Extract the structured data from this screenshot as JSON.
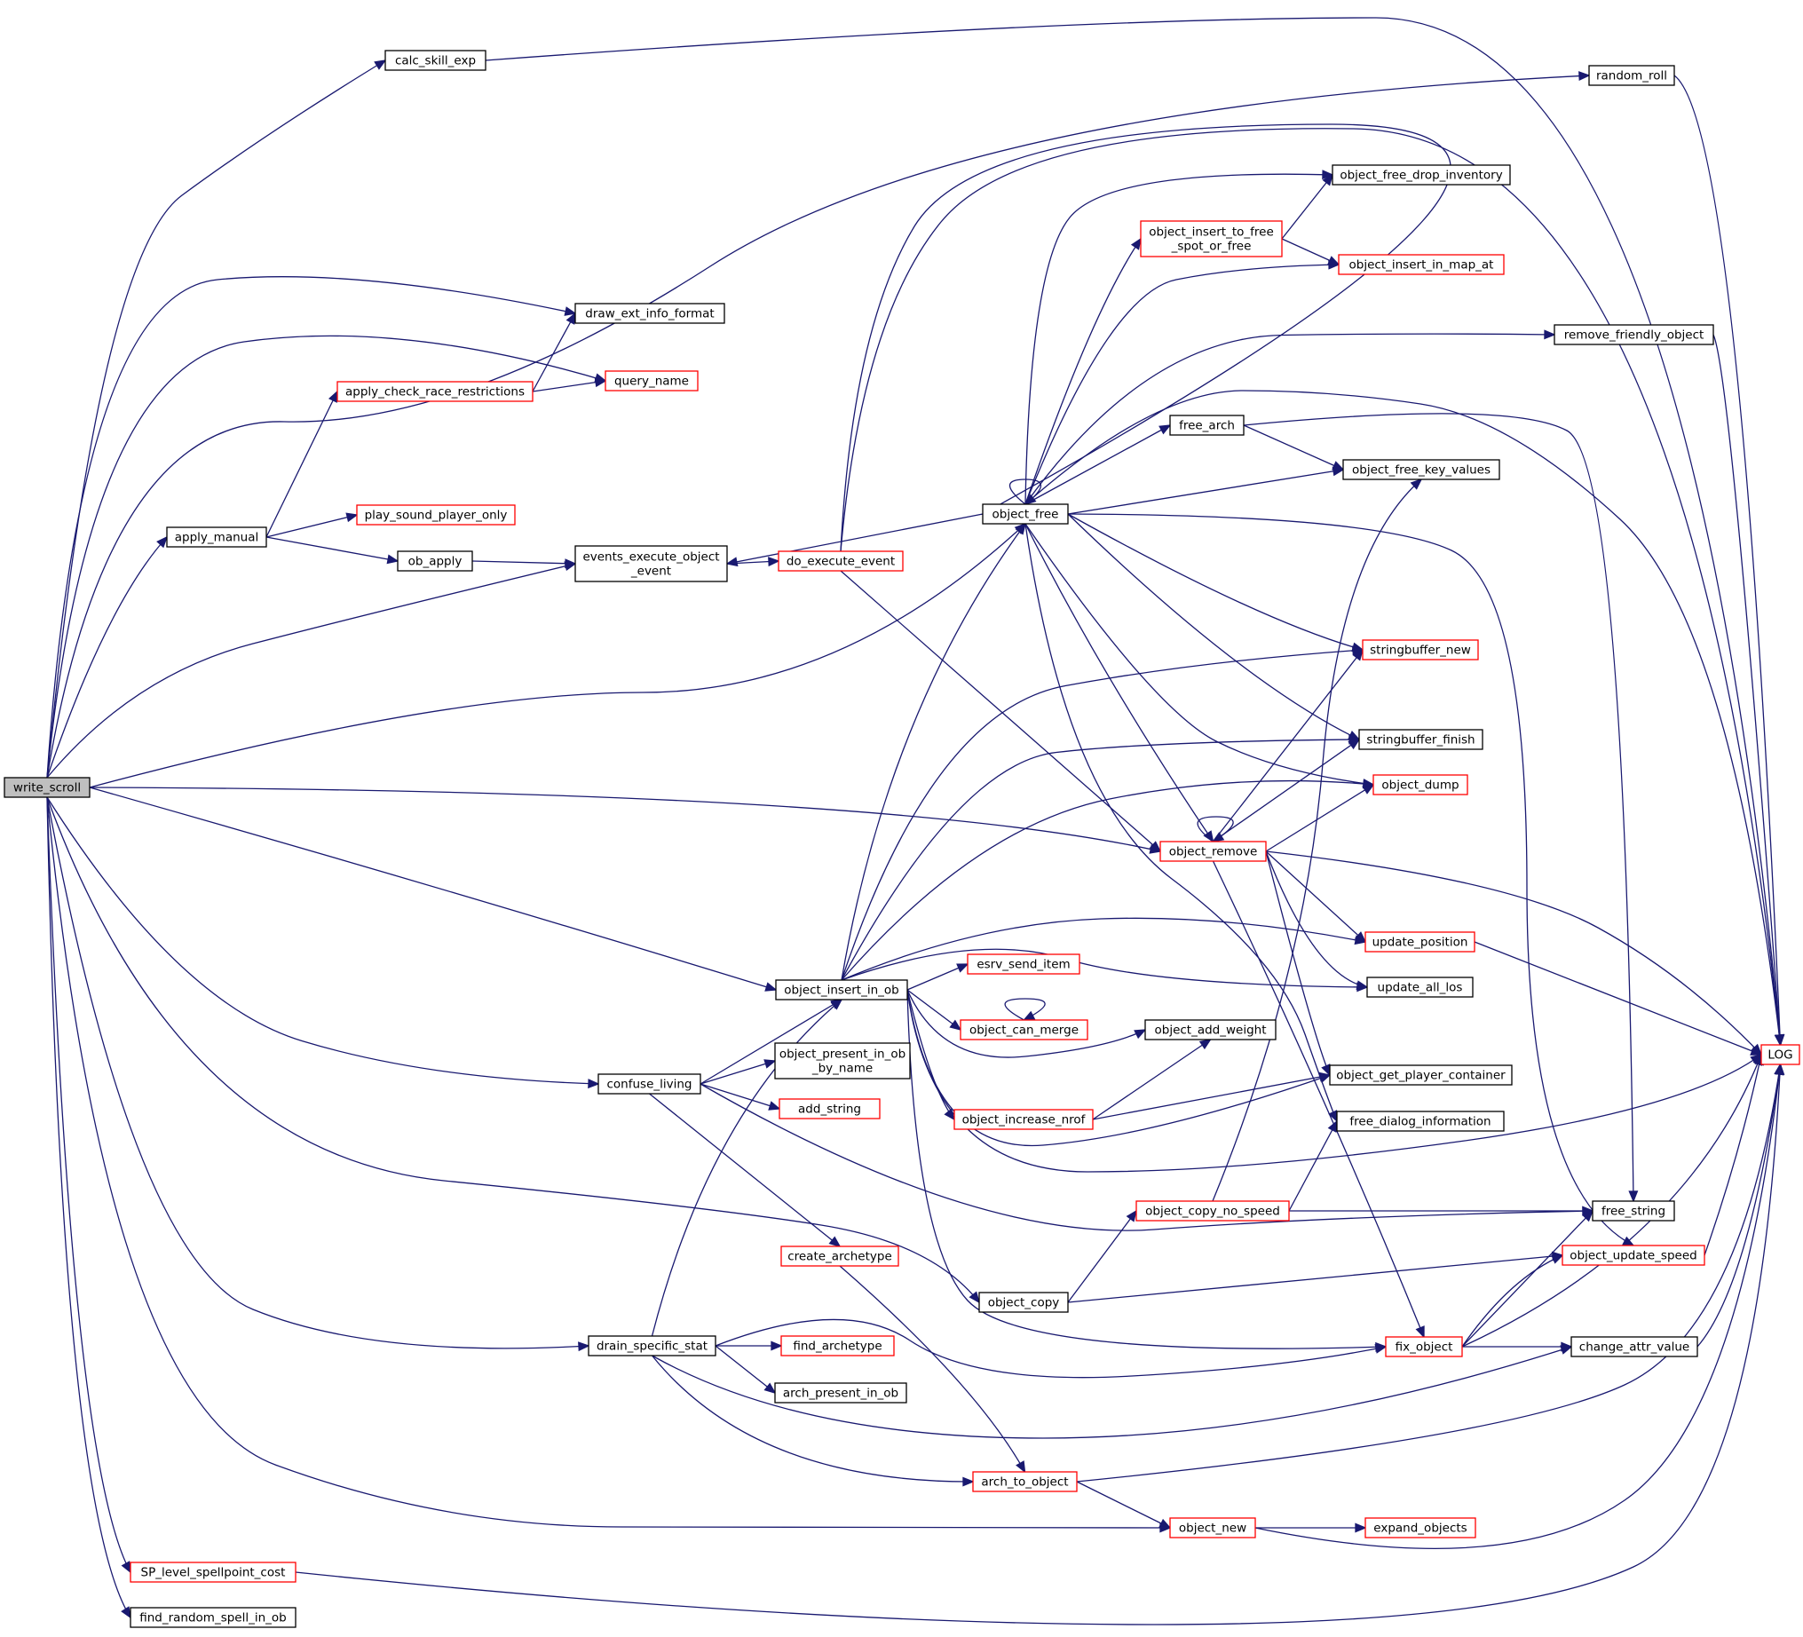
{
  "graph": {
    "root": "write_scroll",
    "colors": {
      "edge": "#191970",
      "documented_border": "#000000",
      "undocumented_border": "#ff0000",
      "root_fill": "#bfbfbf",
      "node_fill": "#ffffff"
    },
    "nodes": [
      {
        "id": "write_scroll",
        "lines": [
          "write_scroll"
        ],
        "style": "root"
      },
      {
        "id": "calc_skill_exp",
        "lines": [
          "calc_skill_exp"
        ],
        "style": "black"
      },
      {
        "id": "random_roll",
        "lines": [
          "random_roll"
        ],
        "style": "black"
      },
      {
        "id": "object_free_drop_inventory",
        "lines": [
          "object_free_drop_inventory"
        ],
        "style": "black"
      },
      {
        "id": "object_insert_to_free_spot_or_free",
        "lines": [
          "object_insert_to_free",
          "_spot_or_free"
        ],
        "style": "red"
      },
      {
        "id": "object_insert_in_map_at",
        "lines": [
          "object_insert_in_map_at"
        ],
        "style": "red"
      },
      {
        "id": "draw_ext_info_format",
        "lines": [
          "draw_ext_info_format"
        ],
        "style": "black"
      },
      {
        "id": "remove_friendly_object",
        "lines": [
          "remove_friendly_object"
        ],
        "style": "black"
      },
      {
        "id": "query_name",
        "lines": [
          "query_name"
        ],
        "style": "red"
      },
      {
        "id": "apply_check_race_restrictions",
        "lines": [
          "apply_check_race_restrictions"
        ],
        "style": "red"
      },
      {
        "id": "free_arch",
        "lines": [
          "free_arch"
        ],
        "style": "black"
      },
      {
        "id": "object_free_key_values",
        "lines": [
          "object_free_key_values"
        ],
        "style": "black"
      },
      {
        "id": "object_free",
        "lines": [
          "object_free"
        ],
        "style": "black"
      },
      {
        "id": "play_sound_player_only",
        "lines": [
          "play_sound_player_only"
        ],
        "style": "red"
      },
      {
        "id": "apply_manual",
        "lines": [
          "apply_manual"
        ],
        "style": "black"
      },
      {
        "id": "events_execute_object_event",
        "lines": [
          "events_execute_object",
          "_event"
        ],
        "style": "black"
      },
      {
        "id": "ob_apply",
        "lines": [
          "ob_apply"
        ],
        "style": "black"
      },
      {
        "id": "do_execute_event",
        "lines": [
          "do_execute_event"
        ],
        "style": "red"
      },
      {
        "id": "stringbuffer_new",
        "lines": [
          "stringbuffer_new"
        ],
        "style": "red"
      },
      {
        "id": "stringbuffer_finish",
        "lines": [
          "stringbuffer_finish"
        ],
        "style": "black"
      },
      {
        "id": "object_dump",
        "lines": [
          "object_dump"
        ],
        "style": "red"
      },
      {
        "id": "object_remove",
        "lines": [
          "object_remove"
        ],
        "style": "red"
      },
      {
        "id": "update_position",
        "lines": [
          "update_position"
        ],
        "style": "red"
      },
      {
        "id": "esrv_send_item",
        "lines": [
          "esrv_send_item"
        ],
        "style": "red"
      },
      {
        "id": "update_all_los",
        "lines": [
          "update_all_los"
        ],
        "style": "black"
      },
      {
        "id": "object_insert_in_ob",
        "lines": [
          "object_insert_in_ob"
        ],
        "style": "black"
      },
      {
        "id": "object_can_merge",
        "lines": [
          "object_can_merge"
        ],
        "style": "red"
      },
      {
        "id": "object_add_weight",
        "lines": [
          "object_add_weight"
        ],
        "style": "black"
      },
      {
        "id": "LOG",
        "lines": [
          "LOG"
        ],
        "style": "red"
      },
      {
        "id": "object_present_in_ob_by_name",
        "lines": [
          "object_present_in_ob",
          "_by_name"
        ],
        "style": "black"
      },
      {
        "id": "confuse_living",
        "lines": [
          "confuse_living"
        ],
        "style": "black"
      },
      {
        "id": "object_get_player_container",
        "lines": [
          "object_get_player_container"
        ],
        "style": "black"
      },
      {
        "id": "add_string",
        "lines": [
          "add_string"
        ],
        "style": "red"
      },
      {
        "id": "object_increase_nrof",
        "lines": [
          "object_increase_nrof"
        ],
        "style": "red"
      },
      {
        "id": "free_dialog_information",
        "lines": [
          "free_dialog_information"
        ],
        "style": "black"
      },
      {
        "id": "object_copy_no_speed",
        "lines": [
          "object_copy_no_speed"
        ],
        "style": "red"
      },
      {
        "id": "free_string",
        "lines": [
          "free_string"
        ],
        "style": "black"
      },
      {
        "id": "create_archetype",
        "lines": [
          "create_archetype"
        ],
        "style": "red"
      },
      {
        "id": "object_update_speed",
        "lines": [
          "object_update_speed"
        ],
        "style": "red"
      },
      {
        "id": "object_copy",
        "lines": [
          "object_copy"
        ],
        "style": "black"
      },
      {
        "id": "drain_specific_stat",
        "lines": [
          "drain_specific_stat"
        ],
        "style": "black"
      },
      {
        "id": "find_archetype",
        "lines": [
          "find_archetype"
        ],
        "style": "red"
      },
      {
        "id": "fix_object",
        "lines": [
          "fix_object"
        ],
        "style": "red"
      },
      {
        "id": "change_attr_value",
        "lines": [
          "change_attr_value"
        ],
        "style": "black"
      },
      {
        "id": "arch_present_in_ob",
        "lines": [
          "arch_present_in_ob"
        ],
        "style": "black"
      },
      {
        "id": "arch_to_object",
        "lines": [
          "arch_to_object"
        ],
        "style": "red"
      },
      {
        "id": "object_new",
        "lines": [
          "object_new"
        ],
        "style": "red"
      },
      {
        "id": "expand_objects",
        "lines": [
          "expand_objects"
        ],
        "style": "red"
      },
      {
        "id": "SP_level_spellpoint_cost",
        "lines": [
          "SP_level_spellpoint_cost"
        ],
        "style": "red"
      },
      {
        "id": "find_random_spell_in_ob",
        "lines": [
          "find_random_spell_in_ob"
        ],
        "style": "black"
      }
    ],
    "edges": [
      [
        "write_scroll",
        "calc_skill_exp"
      ],
      [
        "write_scroll",
        "random_roll"
      ],
      [
        "write_scroll",
        "draw_ext_info_format"
      ],
      [
        "write_scroll",
        "query_name"
      ],
      [
        "write_scroll",
        "apply_manual"
      ],
      [
        "write_scroll",
        "events_execute_object_event"
      ],
      [
        "write_scroll",
        "object_free"
      ],
      [
        "write_scroll",
        "object_remove"
      ],
      [
        "write_scroll",
        "object_insert_in_ob"
      ],
      [
        "write_scroll",
        "confuse_living"
      ],
      [
        "write_scroll",
        "object_copy"
      ],
      [
        "write_scroll",
        "drain_specific_stat"
      ],
      [
        "write_scroll",
        "object_new"
      ],
      [
        "write_scroll",
        "SP_level_spellpoint_cost"
      ],
      [
        "write_scroll",
        "find_random_spell_in_ob"
      ],
      [
        "calc_skill_exp",
        "LOG"
      ],
      [
        "random_roll",
        "LOG"
      ],
      [
        "apply_manual",
        "apply_check_race_restrictions"
      ],
      [
        "apply_manual",
        "play_sound_player_only"
      ],
      [
        "apply_manual",
        "ob_apply"
      ],
      [
        "apply_check_race_restrictions",
        "draw_ext_info_format"
      ],
      [
        "apply_check_race_restrictions",
        "query_name"
      ],
      [
        "ob_apply",
        "events_execute_object_event"
      ],
      [
        "events_execute_object_event",
        "do_execute_event"
      ],
      [
        "do_execute_event",
        "object_free"
      ],
      [
        "do_execute_event",
        "LOG"
      ],
      [
        "do_execute_event",
        "object_remove"
      ],
      [
        "object_free",
        "object_free"
      ],
      [
        "object_free",
        "events_execute_object_event"
      ],
      [
        "object_free",
        "object_free_drop_inventory"
      ],
      [
        "object_free",
        "object_insert_to_free_spot_or_free"
      ],
      [
        "object_free",
        "object_insert_in_map_at"
      ],
      [
        "object_free",
        "remove_friendly_object"
      ],
      [
        "object_free",
        "LOG"
      ],
      [
        "object_free",
        "free_arch"
      ],
      [
        "object_free",
        "object_free_key_values"
      ],
      [
        "object_free",
        "stringbuffer_new"
      ],
      [
        "object_free",
        "stringbuffer_finish"
      ],
      [
        "object_free",
        "object_dump"
      ],
      [
        "object_free",
        "object_remove"
      ],
      [
        "object_free",
        "free_dialog_information"
      ],
      [
        "object_free",
        "object_update_speed"
      ],
      [
        "object_insert_to_free_spot_or_free",
        "object_free_drop_inventory"
      ],
      [
        "object_insert_to_free_spot_or_free",
        "object_insert_in_map_at"
      ],
      [
        "remove_friendly_object",
        "LOG"
      ],
      [
        "free_arch",
        "object_free_key_values"
      ],
      [
        "free_arch",
        "free_string"
      ],
      [
        "object_remove",
        "object_remove"
      ],
      [
        "object_remove",
        "stringbuffer_new"
      ],
      [
        "object_remove",
        "stringbuffer_finish"
      ],
      [
        "object_remove",
        "object_dump"
      ],
      [
        "object_remove",
        "update_position"
      ],
      [
        "object_remove",
        "update_all_los"
      ],
      [
        "object_remove",
        "object_get_player_container"
      ],
      [
        "object_remove",
        "LOG"
      ],
      [
        "object_remove",
        "fix_object"
      ],
      [
        "update_position",
        "LOG"
      ],
      [
        "object_insert_in_ob",
        "object_free"
      ],
      [
        "object_insert_in_ob",
        "stringbuffer_new"
      ],
      [
        "object_insert_in_ob",
        "stringbuffer_finish"
      ],
      [
        "object_insert_in_ob",
        "object_dump"
      ],
      [
        "object_insert_in_ob",
        "update_position"
      ],
      [
        "object_insert_in_ob",
        "esrv_send_item"
      ],
      [
        "object_insert_in_ob",
        "update_all_los"
      ],
      [
        "object_insert_in_ob",
        "object_can_merge"
      ],
      [
        "object_insert_in_ob",
        "object_add_weight"
      ],
      [
        "object_insert_in_ob",
        "object_increase_nrof"
      ],
      [
        "object_insert_in_ob",
        "object_get_player_container"
      ],
      [
        "object_insert_in_ob",
        "LOG"
      ],
      [
        "object_insert_in_ob",
        "fix_object"
      ],
      [
        "object_can_merge",
        "object_can_merge"
      ],
      [
        "object_increase_nrof",
        "object_add_weight"
      ],
      [
        "object_increase_nrof",
        "object_get_player_container"
      ],
      [
        "confuse_living",
        "object_insert_in_ob"
      ],
      [
        "confuse_living",
        "object_present_in_ob_by_name"
      ],
      [
        "confuse_living",
        "add_string"
      ],
      [
        "confuse_living",
        "create_archetype"
      ],
      [
        "confuse_living",
        "free_string"
      ],
      [
        "create_archetype",
        "arch_to_object"
      ],
      [
        "object_copy",
        "object_copy_no_speed"
      ],
      [
        "object_copy",
        "object_update_speed"
      ],
      [
        "object_copy_no_speed",
        "object_free_key_values"
      ],
      [
        "object_copy_no_speed",
        "free_dialog_information"
      ],
      [
        "object_copy_no_speed",
        "free_string"
      ],
      [
        "object_update_speed",
        "LOG"
      ],
      [
        "drain_specific_stat",
        "object_insert_in_ob"
      ],
      [
        "drain_specific_stat",
        "find_archetype"
      ],
      [
        "drain_specific_stat",
        "fix_object"
      ],
      [
        "drain_specific_stat",
        "arch_present_in_ob"
      ],
      [
        "drain_specific_stat",
        "change_attr_value"
      ],
      [
        "drain_specific_stat",
        "arch_to_object"
      ],
      [
        "fix_object",
        "free_string"
      ],
      [
        "fix_object",
        "object_update_speed"
      ],
      [
        "fix_object",
        "change_attr_value"
      ],
      [
        "fix_object",
        "LOG"
      ],
      [
        "change_attr_value",
        "LOG"
      ],
      [
        "arch_to_object",
        "object_new"
      ],
      [
        "arch_to_object",
        "LOG"
      ],
      [
        "object_new",
        "expand_objects"
      ],
      [
        "object_new",
        "LOG"
      ],
      [
        "SP_level_spellpoint_cost",
        "LOG"
      ]
    ]
  }
}
